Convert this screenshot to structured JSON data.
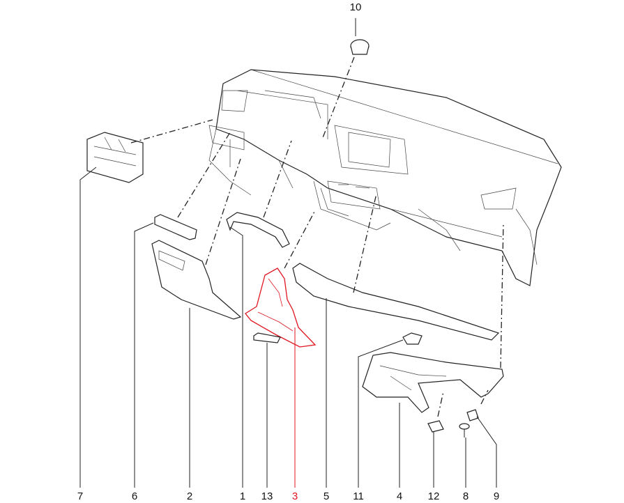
{
  "diagram": {
    "callouts": [
      {
        "id": "10",
        "label": "10"
      },
      {
        "id": "7",
        "label": "7"
      },
      {
        "id": "6",
        "label": "6"
      },
      {
        "id": "2",
        "label": "2"
      },
      {
        "id": "1",
        "label": "1"
      },
      {
        "id": "13",
        "label": "13"
      },
      {
        "id": "3",
        "label": "3",
        "highlighted": true
      },
      {
        "id": "5",
        "label": "5"
      },
      {
        "id": "11",
        "label": "11"
      },
      {
        "id": "4",
        "label": "4"
      },
      {
        "id": "12",
        "label": "12"
      },
      {
        "id": "8",
        "label": "8"
      },
      {
        "id": "9",
        "label": "9"
      }
    ],
    "highlight_color": "#e0141e"
  }
}
